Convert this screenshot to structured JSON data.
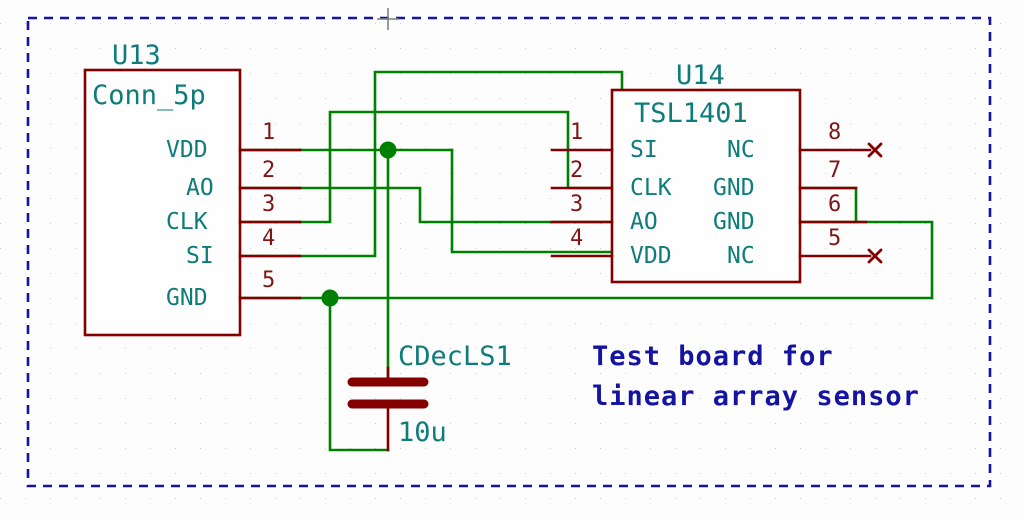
{
  "app": {
    "kind": "schematic-editor-canvas",
    "colors": {
      "wire": "#008000",
      "component": "#840000",
      "pin_label": "#0e7c7b",
      "pin_number": "#840000",
      "annotation_text": "#1414a0",
      "sheet_border": "#1414a0",
      "background": "#fdfdfd",
      "grid_dot": "#c8c8c8",
      "junction": "#008000",
      "cursor": "#808080"
    }
  },
  "sheet": {
    "border_style": "dashed",
    "cursor_marker": "crosshair"
  },
  "components": [
    {
      "id": "u13",
      "reference": "U13",
      "value": "Conn_5p",
      "pins": [
        {
          "number": "1",
          "name": "VDD"
        },
        {
          "number": "2",
          "name": "AO"
        },
        {
          "number": "3",
          "name": "CLK"
        },
        {
          "number": "4",
          "name": "SI"
        },
        {
          "number": "5",
          "name": "GND"
        }
      ]
    },
    {
      "id": "u14",
      "reference": "U14",
      "value": "TSL1401",
      "pins_left": [
        {
          "number": "1",
          "name": "SI"
        },
        {
          "number": "2",
          "name": "CLK"
        },
        {
          "number": "3",
          "name": "AO"
        },
        {
          "number": "4",
          "name": "VDD"
        }
      ],
      "pins_right": [
        {
          "number": "8",
          "name": "NC",
          "marker": "no-connect-x"
        },
        {
          "number": "7",
          "name": "GND"
        },
        {
          "number": "6",
          "name": "GND"
        },
        {
          "number": "5",
          "name": "NC",
          "marker": "no-connect-x"
        }
      ]
    },
    {
      "id": "cdecls1",
      "reference": "CDecLS1",
      "value": "10u",
      "symbol": "capacitor"
    }
  ],
  "annotations": [
    {
      "id": "note1",
      "line1": "Test board for",
      "line2": "linear array sensor"
    }
  ]
}
